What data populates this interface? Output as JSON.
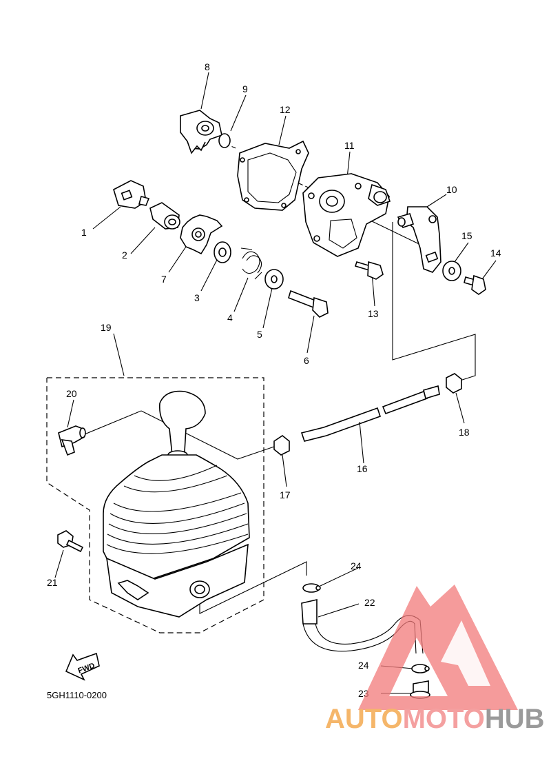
{
  "diagram": {
    "callouts": [
      "1",
      "2",
      "3",
      "4",
      "5",
      "6",
      "7",
      "8",
      "9",
      "10",
      "11",
      "12",
      "13",
      "14",
      "15",
      "16",
      "17",
      "18",
      "19",
      "20",
      "21",
      "22",
      "23",
      "24",
      "24"
    ],
    "fwd_label": "FWD",
    "drawing_code": "5GH1110-0200"
  },
  "watermark": {
    "part1": "AUTO",
    "part2": "MOTO",
    "part3": "HUB",
    "colors": {
      "auto": "#f5b66a",
      "moto": "#f4a0a0",
      "hub": "#9a9a9a",
      "triangle": "#f27a7a"
    }
  }
}
